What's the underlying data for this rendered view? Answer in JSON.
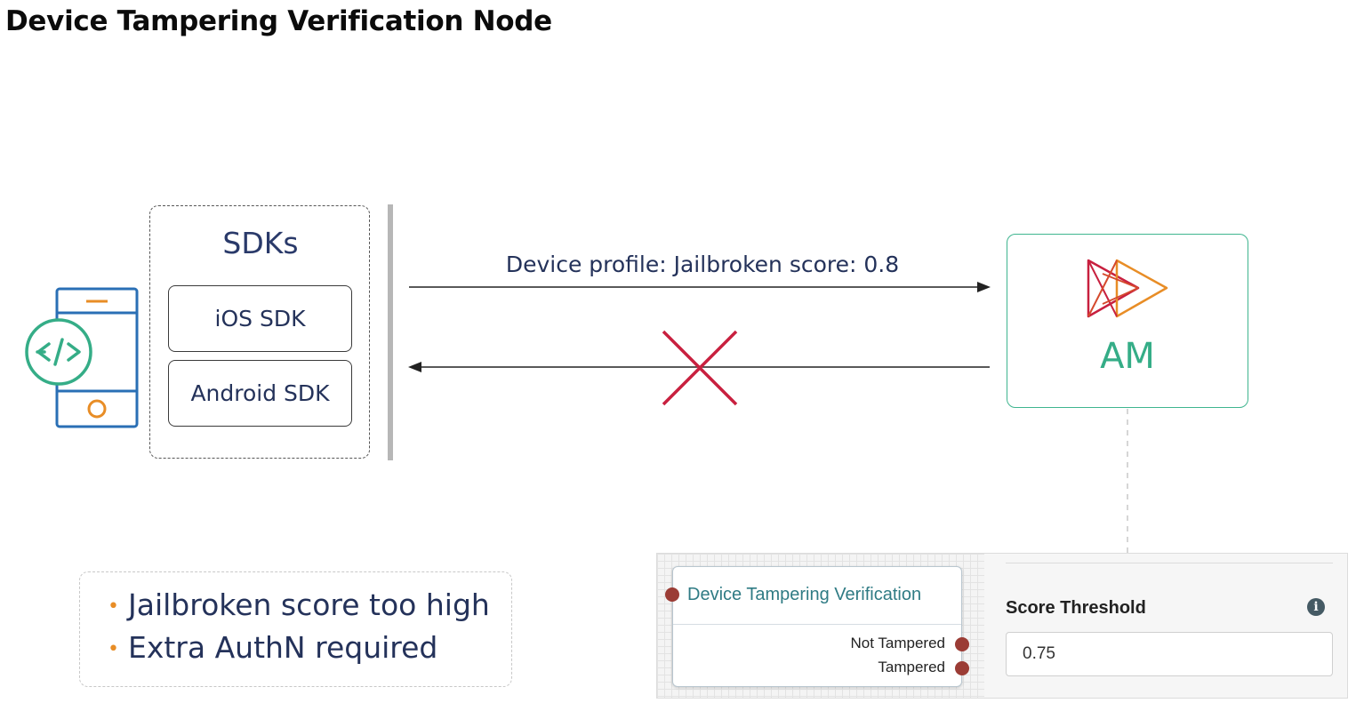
{
  "title": "Device Tampering Verification Node",
  "sdks": {
    "title": "SDKs",
    "ios": "iOS SDK",
    "android": "Android SDK"
  },
  "flow": {
    "request_label": "Device profile: Jailbroken score: 0.8"
  },
  "am": {
    "label": "AM"
  },
  "bullets": [
    "Jailbroken score too high",
    "Extra AuthN required"
  ],
  "node": {
    "title": "Device Tampering Verification",
    "outcomes": [
      "Not Tampered",
      "Tampered"
    ],
    "score_label": "Score Threshold",
    "score_value": "0.75",
    "info_glyph": "i"
  },
  "colors": {
    "accent_green": "#35ad87",
    "deny_red": "#c8203f",
    "bullet_orange": "#e88d26",
    "text_navy": "#24325a"
  },
  "icons": [
    "mobile-app-icon",
    "code-icon",
    "forgerock-logo-icon",
    "deny-x-icon",
    "info-icon"
  ]
}
